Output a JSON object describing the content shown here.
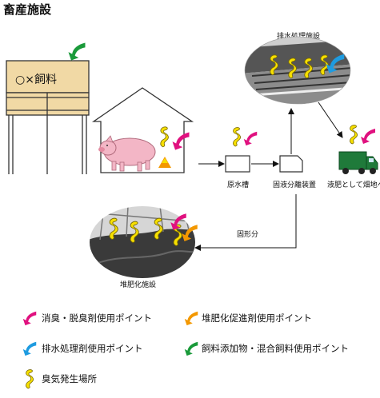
{
  "title": "畜産施設",
  "feed_silo": {
    "label": "○×飼料"
  },
  "nodes": {
    "raw_water_tank": "原水槽",
    "separator": "固液分離装置",
    "wastewater_facility": "排水処理施設",
    "liquid_fertilizer": "液肥として畑地へ",
    "compost_facility": "堆肥化施設"
  },
  "edges": {
    "solids": "固形分"
  },
  "legend": [
    {
      "key": "deodorant",
      "label": "消臭・脱臭剤使用ポイント",
      "color": "#e0117f"
    },
    {
      "key": "compost",
      "label": "堆肥化促進剤使用ポイント",
      "color": "#f39800"
    },
    {
      "key": "wastewater",
      "label": "排水処理剤使用ポイント",
      "color": "#1e9be0"
    },
    {
      "key": "feed",
      "label": "飼料添加物・混合飼料使用ポイント",
      "color": "#1a9a3a"
    },
    {
      "key": "odor",
      "label": "臭気発生場所",
      "color": "#f7e000"
    }
  ]
}
